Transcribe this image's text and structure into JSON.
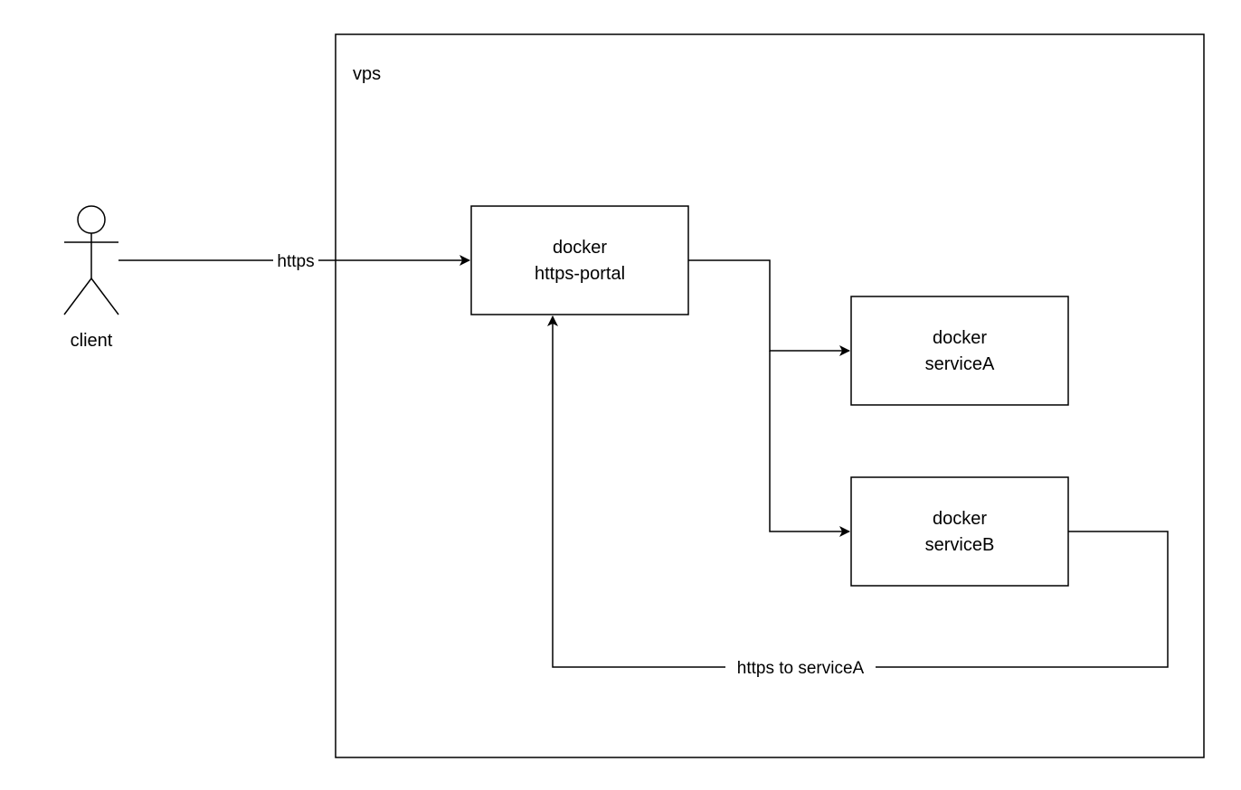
{
  "diagram": {
    "container": {
      "label": "vps"
    },
    "actor": {
      "label": "client"
    },
    "nodes": {
      "https_portal": {
        "line1": "docker",
        "line2": "https-portal"
      },
      "serviceA": {
        "line1": "docker",
        "line2": "serviceA"
      },
      "serviceB": {
        "line1": "docker",
        "line2": "serviceB"
      }
    },
    "edges": {
      "client_to_portal": {
        "label": "https"
      },
      "serviceB_to_portal": {
        "label": "https to serviceA"
      }
    }
  }
}
